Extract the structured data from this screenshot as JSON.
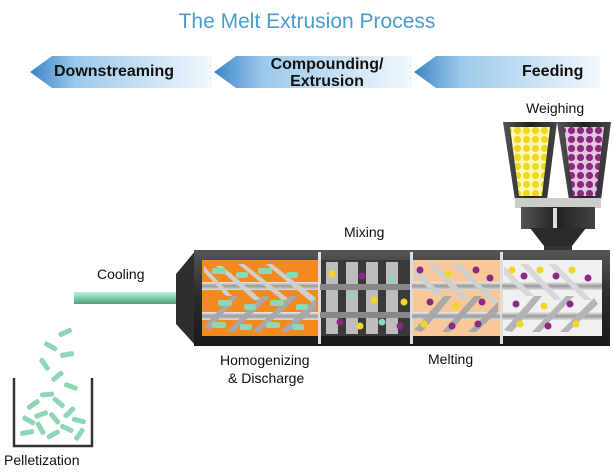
{
  "title": "The Melt Extrusion Process",
  "stages": {
    "downstreaming": "Downstreaming",
    "compounding_line1": "Compounding/",
    "compounding_line2": "Extrusion",
    "feeding": "Feeding"
  },
  "labels": {
    "weighing": "Weighing",
    "mixing": "Mixing",
    "cooling": "Cooling",
    "homogenizing_line1": "Homogenizing",
    "homogenizing_line2": "& Discharge",
    "melting": "Melting",
    "pelletization": "Pelletization"
  },
  "colors": {
    "title": "#4a9bd0",
    "arrow_light": "#dceefa",
    "arrow_dark": "#3d86c6",
    "barrel": "#2b2b2b",
    "orange": "#f28a1e",
    "peach": "#f8c89a",
    "polymer_green": "#8fd6b4",
    "pellet_yellow": "#f3dc2a",
    "pellet_purple": "#8a2a80"
  }
}
